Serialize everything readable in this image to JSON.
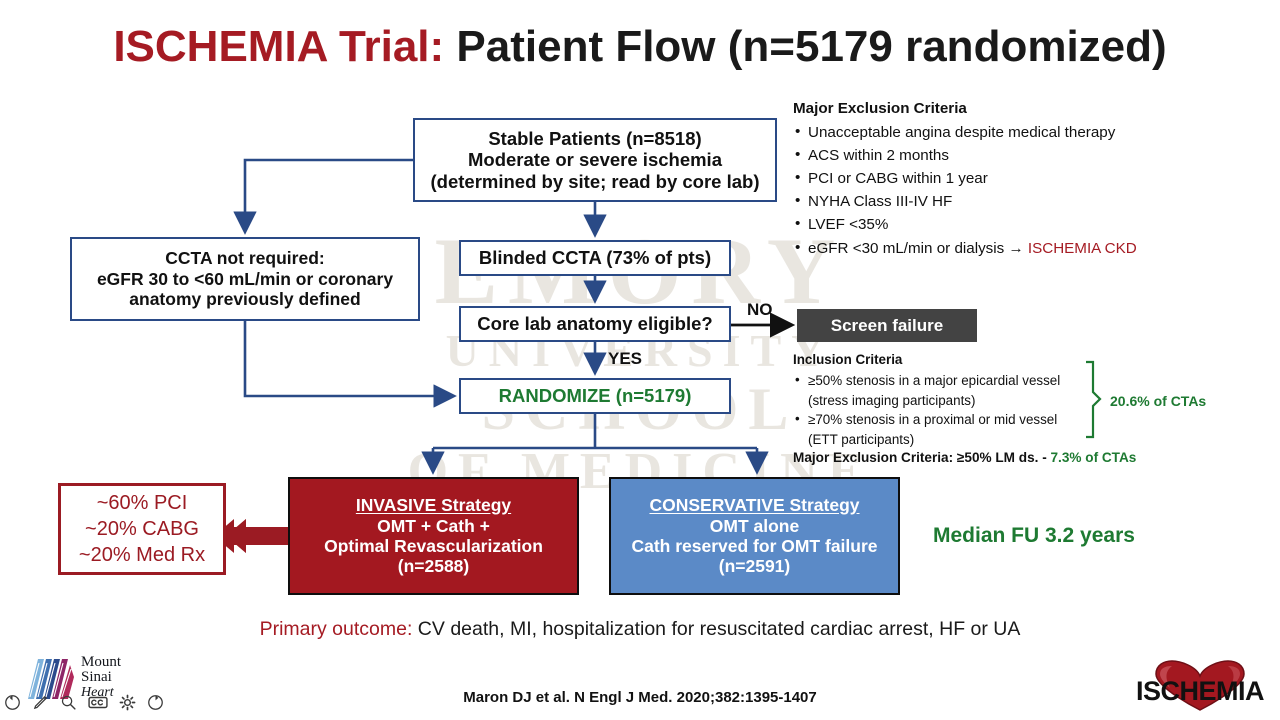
{
  "title": {
    "red_part": "ISCHEMIA Trial:",
    "black_part": " Patient Flow (n=5179 randomized)"
  },
  "watermark": {
    "line1": "EMORY",
    "line2": "UNIVERSITY",
    "line3": "SCHOOL",
    "line4": "OF MEDICINE"
  },
  "flow": {
    "stable_patients": {
      "line1": "Stable Patients (n=8518)",
      "line2": "Moderate or severe ischemia",
      "line3": "(determined by site; read by core lab)"
    },
    "ccta_not_required": {
      "line1": "CCTA not required:",
      "line2": "eGFR 30 to <60 mL/min or coronary",
      "line3": "anatomy previously defined"
    },
    "blinded_ccta": {
      "line1": "Blinded CCTA (73% of pts)"
    },
    "core_lab": {
      "line1": "Core lab anatomy eligible?"
    },
    "randomize": {
      "line1": "RANDOMIZE (n=5179)"
    },
    "screen_failure": {
      "line1": "Screen failure"
    },
    "label_no": "NO",
    "label_yes": "YES",
    "invasive": {
      "line1": "INVASIVE Strategy",
      "line2": "OMT + Cath +",
      "line3": "Optimal Revascularization",
      "line4": "(n=2588)"
    },
    "conservative": {
      "line1": "CONSERVATIVE Strategy",
      "line2": "OMT alone",
      "line3": "Cath reserved for OMT failure",
      "line4": "(n=2591)"
    },
    "revasc_breakdown": {
      "line1": "~60% PCI",
      "line2": "~20% CABG",
      "line3": "~20% Med Rx"
    }
  },
  "exclusion_criteria": {
    "heading": "Major Exclusion Criteria",
    "items": [
      "Unacceptable angina despite medical therapy",
      "ACS within 2 months",
      "PCI or CABG within 1 year",
      "NYHA Class III-IV HF",
      "LVEF <35%"
    ],
    "last_item_prefix": "eGFR <30 mL/min or dialysis → ",
    "last_item_highlight": "ISCHEMIA CKD"
  },
  "inclusion_criteria": {
    "heading": "Inclusion Criteria",
    "item1": "≥50% stenosis in a major epicardial vessel",
    "item1_sub": "(stress imaging participants)",
    "item2": "≥70% stenosis in a proximal or mid vessel",
    "item2_sub": "(ETT participants)",
    "brace_label": "20.6% of CTAs"
  },
  "major_exclusion_lm": {
    "prefix": "Major Exclusion Criteria: ≥50% LM ds. - ",
    "highlight": "7.3% of CTAs"
  },
  "median_fu": "Median FU 3.2 years",
  "primary_outcome": {
    "label": "Primary outcome:",
    "text": " CV death, MI, hospitalization for resuscitated cardiac arrest, HF or UA"
  },
  "citation": "Maron DJ et al. N Engl J Med. 2020;382:1395-1407",
  "logos": {
    "mount_sinai": {
      "line1": "Mount",
      "line2": "Sinai",
      "line3": "Heart"
    },
    "ischemia": {
      "word": "ISCHEMIA"
    }
  },
  "video_controls": {
    "back_icon": "back-10-icon",
    "draw_icon": "pen-icon",
    "zoom_icon": "magnifier-icon",
    "cc_icon": "closed-captions-icon",
    "settings_icon": "gear-icon",
    "forward_icon": "forward-10-icon"
  },
  "colors": {
    "brand_red": "#A51B23",
    "invasive_red": "#A31820",
    "conservative_blue": "#5B8AC7",
    "green": "#1E7A32",
    "box_border_blue": "#2A4A86",
    "screen_failure_gray": "#434343"
  }
}
